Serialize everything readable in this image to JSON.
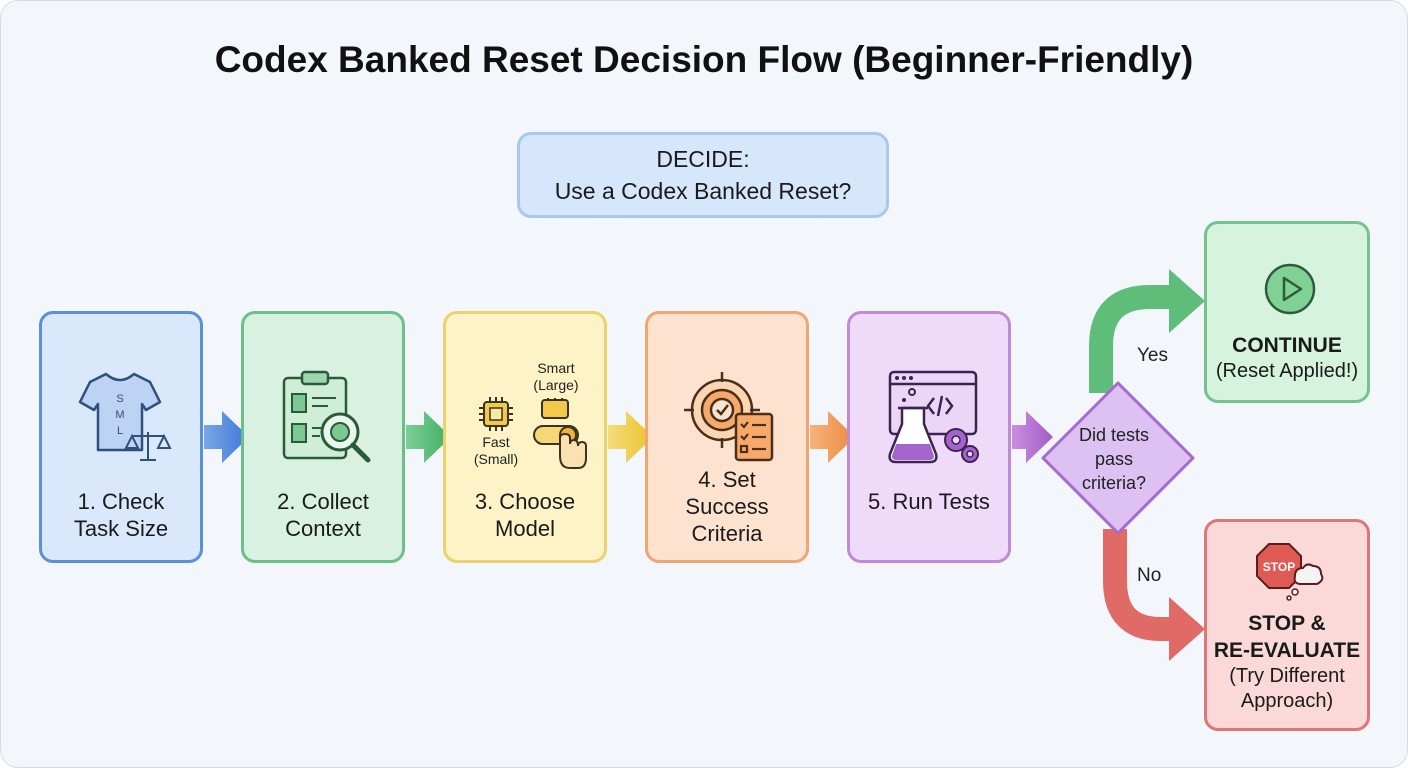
{
  "title": "Codex Banked Reset Decision Flow (Beginner-Friendly)",
  "decide": {
    "line1": "DECIDE:",
    "line2": "Use a Codex Banked Reset?"
  },
  "steps": [
    {
      "line1": "1. Check",
      "line2": "Task Size",
      "icon": "t-shirt-size-scale-icon",
      "shirt_sizes": [
        "S",
        "M",
        "L"
      ],
      "color": "#5b8fdc"
    },
    {
      "line1": "2. Collect",
      "line2": "Context",
      "icon": "clipboard-magnifier-icon",
      "color": "#6cbf86"
    },
    {
      "line1": "3. Choose",
      "line2": "Model",
      "icon": "chip-toggle-icon",
      "color": "#ecd16c",
      "fast_label": [
        "Fast",
        "(Small)"
      ],
      "smart_label": [
        "Smart",
        "(Large)"
      ]
    },
    {
      "line1": "4. Set",
      "line2": "Success",
      "line3": "Criteria",
      "icon": "target-checklist-icon",
      "color": "#efa670"
    },
    {
      "line1": "5. Run Tests",
      "icon": "lab-flask-gears-icon",
      "color": "#c08ad6"
    }
  ],
  "decision": {
    "line1": "Did tests",
    "line2": "pass",
    "line3": "criteria?"
  },
  "branches": {
    "yes": "Yes",
    "no": "No"
  },
  "outcomes": {
    "yes": {
      "title": "CONTINUE",
      "sub": "(Reset Applied!)",
      "icon": "play-icon",
      "color": "#74c38c"
    },
    "no": {
      "title1": "STOP &",
      "title2": "RE-EVALUATE",
      "sub1": "(Try Different",
      "sub2": "Approach)",
      "icon": "stop-sign-icon",
      "stop_text": "STOP",
      "color": "#de7676"
    }
  }
}
